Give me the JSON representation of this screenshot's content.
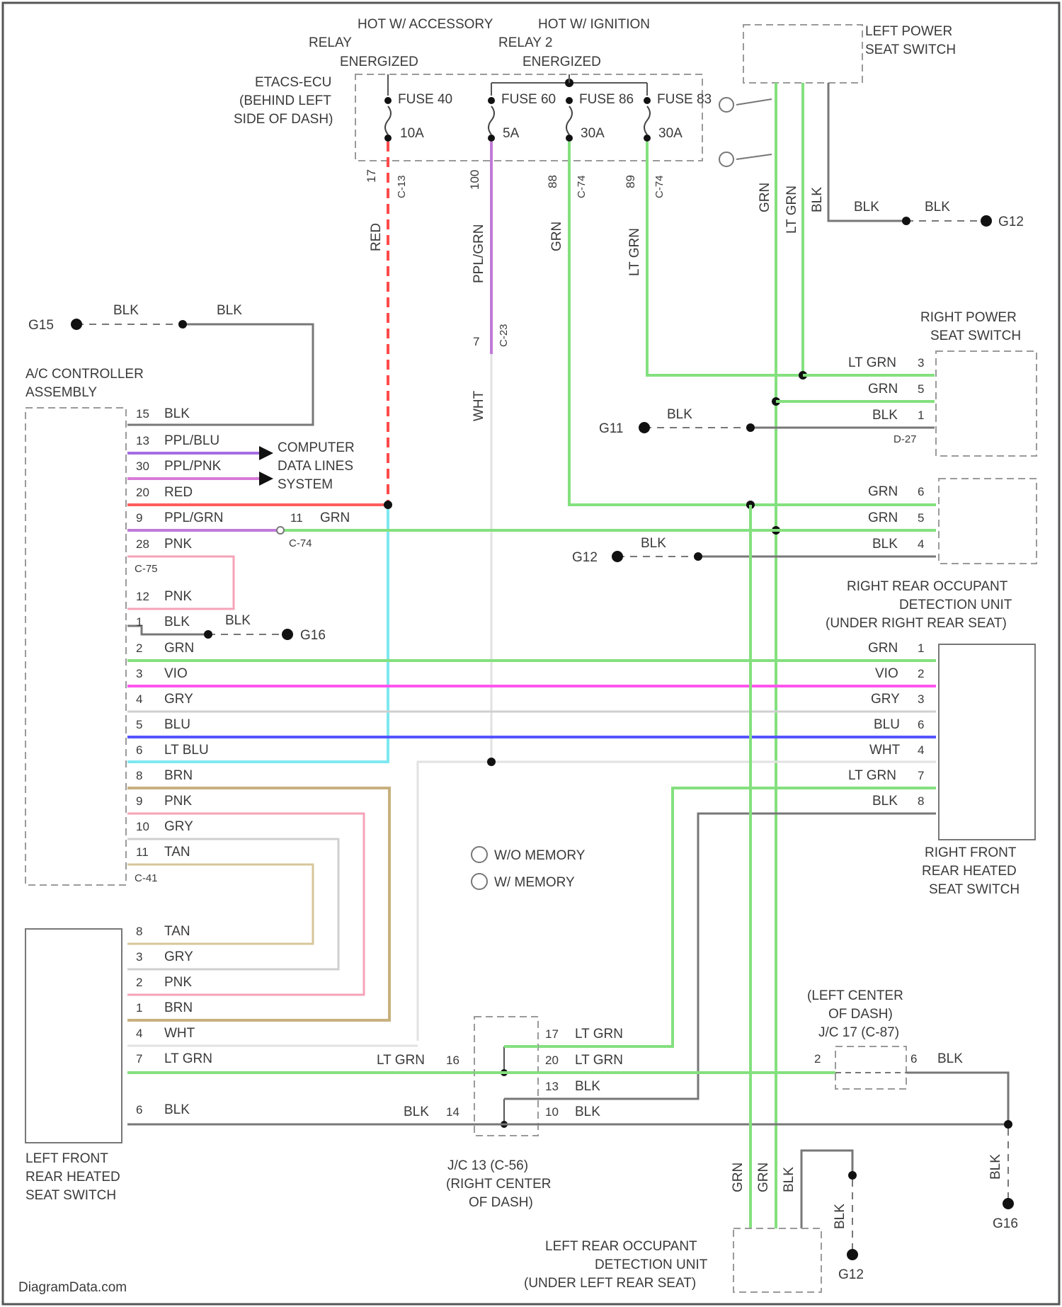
{
  "top": {
    "hot_acc": "HOT W/ ACCESSORY",
    "relay": "RELAY",
    "energized1": "ENERGIZED",
    "hot_ign": "HOT W/ IGNITION",
    "relay2": "RELAY 2",
    "energized2": "ENERGIZED",
    "etacs_1": "ETACS-ECU",
    "etacs_2": "(BEHIND LEFT",
    "etacs_3": "SIDE OF DASH)",
    "fuse40": "FUSE 40",
    "fuse40_rating": "10A",
    "fuse60": "FUSE 60",
    "fuse60_rating": "5A",
    "fuse86": "FUSE 86",
    "fuse86_rating": "30A",
    "fuse83": "FUSE 83",
    "fuse83_rating": "30A"
  },
  "components": {
    "left_power_seat_1": "LEFT POWER",
    "left_power_seat_2": "SEAT SWITCH",
    "right_power_seat_1": "RIGHT POWER",
    "right_power_seat_2": "SEAT SWITCH",
    "ac_ctrl_1": "A/C CONTROLLER",
    "ac_ctrl_2": "ASSEMBLY",
    "computer_1": "COMPUTER",
    "computer_2": "DATA LINES",
    "computer_3": "SYSTEM",
    "rr_occ_1": "RIGHT REAR OCCUPANT",
    "rr_occ_2": "DETECTION UNIT",
    "rr_occ_3": "(UNDER RIGHT REAR SEAT)",
    "rf_rear_1": "RIGHT FRONT",
    "rf_rear_2": "REAR HEATED",
    "rf_rear_3": "SEAT SWITCH",
    "lf_rear_1": "LEFT FRONT",
    "lf_rear_2": "REAR HEATED",
    "lf_rear_3": "SEAT SWITCH",
    "lc_dash_1": "(LEFT CENTER",
    "lc_dash_2": "OF DASH)",
    "jc17": "J/C 17 (C-87)",
    "jc13_1": "J/C 13 (C-56)",
    "jc13_2": "(RIGHT CENTER",
    "jc13_3": "OF DASH)",
    "lr_occ_1": "LEFT REAR OCCUPANT",
    "lr_occ_2": "DETECTION UNIT",
    "lr_occ_3": "(UNDER LEFT REAR SEAT)",
    "legend_1": "W/O MEMORY",
    "legend_2": "W/ MEMORY",
    "watermark": "DiagramData.com"
  },
  "grounds": {
    "g12": "G12",
    "g15": "G15",
    "g16": "G16",
    "g11": "G11"
  },
  "connectors": {
    "c13": "C-13",
    "c74a": "C-74",
    "c74b": "C-74",
    "c75": "C-75",
    "c41": "C-41",
    "d27": "D-27",
    "c23": "C-23"
  },
  "wires": {
    "blk": "BLK",
    "red": "RED",
    "ppl_grn": "PPL/GRN",
    "grn": "GRN",
    "lt_grn": "LT GRN",
    "wht": "WHT",
    "ppl_blu": "PPL/BLU",
    "ppl_pnk": "PPL/PNK",
    "pnk": "PNK",
    "vio": "VIO",
    "gry": "GRY",
    "blu": "BLU",
    "lt_blu": "LT BLU",
    "brn": "BRN",
    "tan": "TAN"
  },
  "pins": {
    "f40_bottom": "17",
    "f60_bottom": "100",
    "f86_bottom": "88",
    "f83_bottom": "89",
    "ac_15": "15",
    "ac_13": "13",
    "ac_30": "30",
    "ac_20": "20",
    "ac_9": "9",
    "ac_28": "28",
    "ac_12": "12",
    "ac_1": "1",
    "ac_2": "2",
    "ac_3": "3",
    "ac_4": "4",
    "ac_5": "5",
    "ac_6": "6",
    "ac_8": "8",
    "ac_9b": "9",
    "ac_10": "10",
    "ac_11": "11",
    "c74_11": "11",
    "rps_3": "3",
    "rps_5": "5",
    "rps_1": "1",
    "rro_6": "6",
    "rro_5": "5",
    "rro_4": "4",
    "rf_1": "1",
    "rf_2": "2",
    "rf_3": "3",
    "rf_6": "6",
    "rf_4": "4",
    "rf_7": "7",
    "rf_8": "8",
    "lf_8": "8",
    "lf_3": "3",
    "lf_2": "2",
    "lf_1": "1",
    "lf_4": "4",
    "lf_7": "7",
    "lf_6": "6",
    "jc13_16": "16",
    "jc13_14": "14",
    "jc13_17": "17",
    "jc13_20": "20",
    "jc13_13": "13",
    "jc13_10": "10",
    "jc17_2": "2",
    "jc17_6": "6",
    "c75_7": "7"
  }
}
